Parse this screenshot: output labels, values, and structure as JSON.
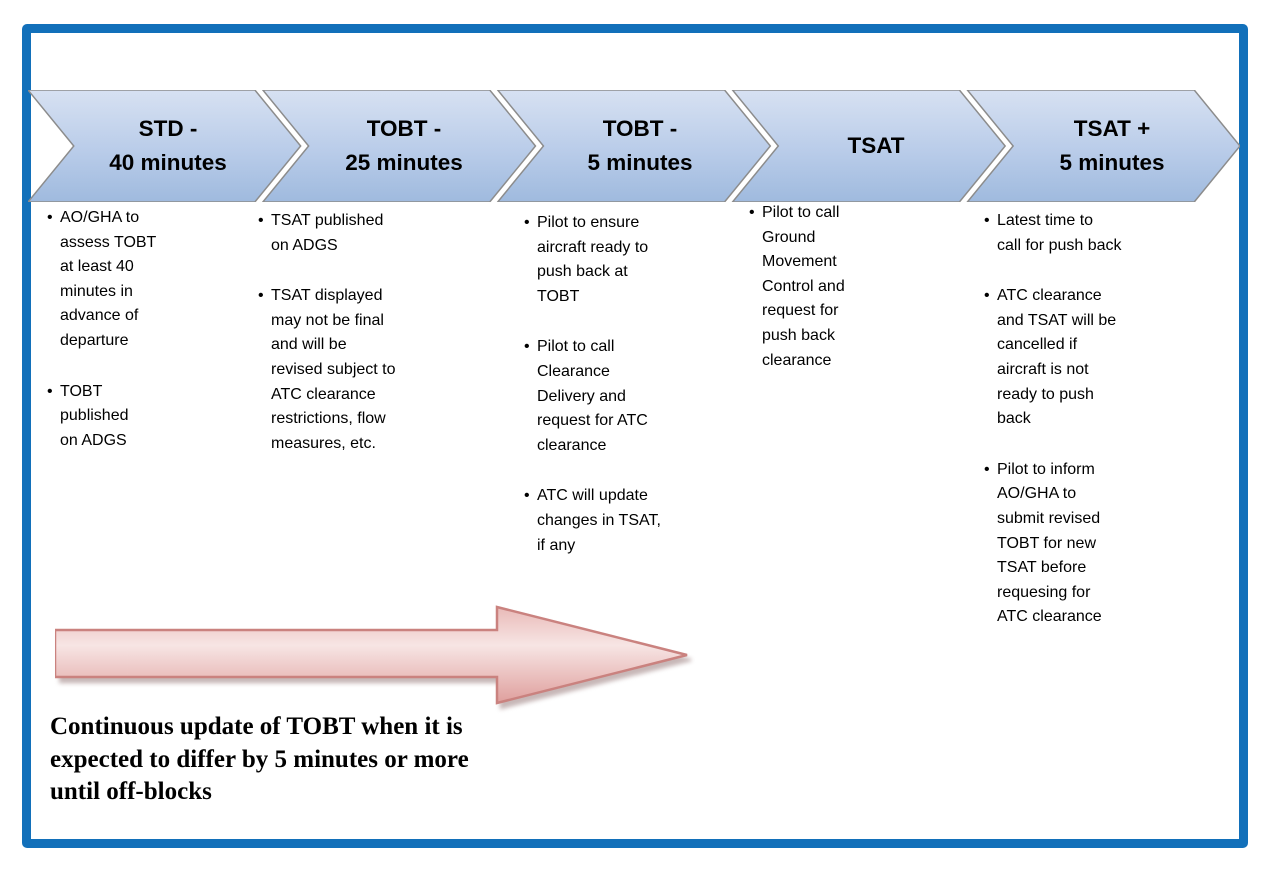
{
  "colors": {
    "page_border_blue": "#1270ba",
    "chevron_fill_top": "#d7e1f2",
    "chevron_fill_bottom": "#9fbade",
    "chevron_outline": "#8c8c8c",
    "arrow_fill_light": "#f7e5e4",
    "arrow_fill_dark": "#df9f9d",
    "arrow_outline": "#ca827f"
  },
  "stages": [
    {
      "label": "STD -\n40 minutes",
      "bullets": [
        "AO/GHA to\nassess TOBT\nat least 40\nminutes in\nadvance of\ndeparture",
        "TOBT\npublished\non ADGS"
      ]
    },
    {
      "label": "TOBT -\n25 minutes",
      "bullets": [
        "TSAT published\non ADGS",
        "TSAT displayed\nmay not be final\nand will be\nrevised subject to\nATC clearance\nrestrictions, flow\nmeasures, etc."
      ]
    },
    {
      "label": "TOBT -\n5 minutes",
      "bullets": [
        "Pilot to ensure\naircraft ready to\npush back at\nTOBT",
        "Pilot to call\nClearance\nDelivery and\nrequest for ATC\nclearance",
        "ATC will update\nchanges in TSAT,\nif any"
      ]
    },
    {
      "label": "TSAT",
      "bullets": [
        "Pilot to call\nGround\nMovement\nControl and\nrequest for\npush back\nclearance"
      ]
    },
    {
      "label": "TSAT +\n5 minutes",
      "bullets": [
        "Latest time to\ncall for push back",
        "ATC clearance\nand TSAT will be\ncancelled if\naircraft is not\nready to push\nback",
        "Pilot to inform\nAO/GHA to\nsubmit revised\nTOBT for new\nTSAT before\nrequesing for\nATC clearance"
      ]
    }
  ],
  "footer_note": "Continuous update of TOBT when it is\nexpected to differ by 5 minutes or more\nuntil off-blocks"
}
